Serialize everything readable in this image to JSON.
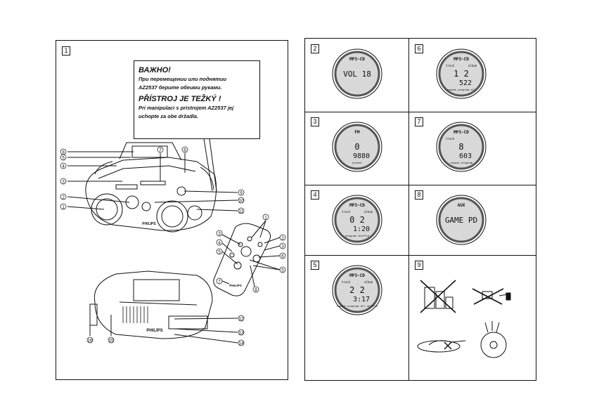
{
  "main": {
    "number": "1",
    "warning": {
      "heading_ru": "ВАЖНО!",
      "text_ru_1": "При перемещении или поднятии",
      "text_ru_2": "AZ2537 берите обеими руками.",
      "heading_cz": "PŘÍSTROJ JE TEŽKÝ !",
      "text_cz_1": "Pri manipulaci s pristrojem AZ2537 jej",
      "text_cz_2": "uchopte za obe držadla."
    },
    "device_brand": "PHILIPS",
    "remote_brand": "PHILIPS",
    "callouts_left": [
      "8",
      "5",
      "4",
      "3",
      "2",
      "1"
    ],
    "callouts_top": [
      "7",
      "6"
    ],
    "callouts_right": [
      "9",
      "10",
      "11"
    ],
    "callouts_remote_left": [
      "3",
      "4",
      "5",
      "7"
    ],
    "callouts_remote_right": [
      "1",
      "2",
      "3",
      "6",
      "5",
      "8"
    ],
    "callouts_bottom_right": [
      "12",
      "13",
      "14"
    ],
    "callouts_bottom_left": [
      "16",
      "15"
    ]
  },
  "cells": [
    {
      "number": "2",
      "top": "MP3-CD",
      "main": "VOL 18",
      "left_label": "",
      "right_label": "",
      "sub": "",
      "small": ""
    },
    {
      "number": "6",
      "top": "MP3-CD",
      "main": "1   2",
      "left_label": "track",
      "right_label": "album",
      "sub": "522",
      "small": "repeat program all"
    },
    {
      "number": "3",
      "top": "FM",
      "main": "0",
      "left_label": "",
      "right_label": "",
      "sub": "9880",
      "small": "preset"
    },
    {
      "number": "7",
      "top": "MP3-CD",
      "main": "8",
      "left_label": "track",
      "right_label": "",
      "sub": "603",
      "small": "repeat program"
    },
    {
      "number": "4",
      "top": "MP3-CD",
      "main": "0   2",
      "left_label": "track",
      "right_label": "album",
      "sub": "1:20",
      "small": "program shuffle"
    },
    {
      "number": "8",
      "top": "AUX",
      "main": "GAME PD",
      "left_label": "",
      "right_label": "",
      "sub": "",
      "small": ""
    },
    {
      "number": "5",
      "top": "MP3-CD",
      "main": "2   2",
      "left_label": "track",
      "right_label": "album",
      "sub": "3:17",
      "small": "repeat program all shuffle"
    },
    {
      "number": "9",
      "top": "",
      "main": "",
      "left_label": "",
      "right_label": "",
      "sub": "",
      "small": ""
    }
  ],
  "colors": {
    "line": "#111111",
    "lcd_fill": "#d8d8d8",
    "lcd_ring": "#555555"
  }
}
